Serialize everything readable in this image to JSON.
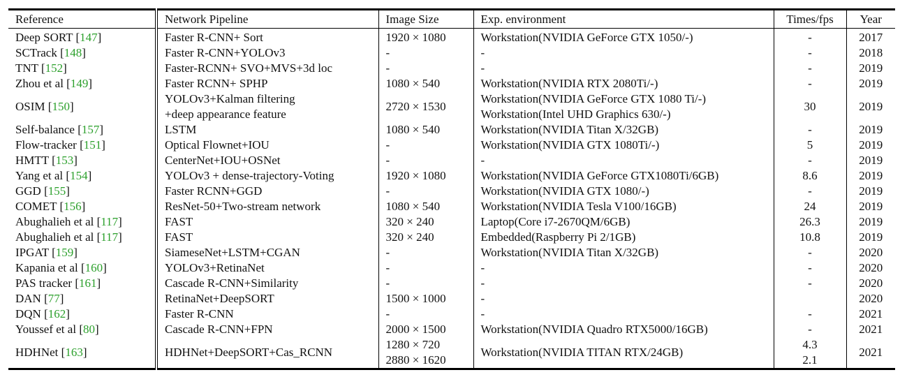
{
  "table": {
    "headers": {
      "reference": "Reference",
      "pipeline": "Network Pipeline",
      "image_size": "Image Size",
      "environment": "Exp. environment",
      "fps": "Times/fps",
      "year": "Year"
    },
    "rows": [
      {
        "name": "Deep SORT ",
        "lb": "[",
        "cite": "147",
        "rb": "]",
        "pipeline": [
          "Faster R-CNN+ Sort"
        ],
        "size": [
          "1920 × 1080"
        ],
        "env": [
          "Workstation(NVIDIA GeForce GTX 1050/-)"
        ],
        "fps": [
          "-"
        ],
        "year": "2017"
      },
      {
        "name": "SCTrack ",
        "lb": "[",
        "cite": "148",
        "rb": "]",
        "pipeline": [
          "Faster R-CNN+YOLOv3"
        ],
        "size": [
          "-"
        ],
        "env": [
          "-"
        ],
        "fps": [
          "-"
        ],
        "year": "2018"
      },
      {
        "name": "TNT ",
        "lb": "[",
        "cite": "152",
        "rb": "]",
        "pipeline": [
          "Faster-RCNN+ SVO+MVS+3d loc"
        ],
        "size": [
          "-"
        ],
        "env": [
          "-"
        ],
        "fps": [
          "-"
        ],
        "year": "2019"
      },
      {
        "name": "Zhou et al ",
        "lb": "[",
        "cite": "149",
        "rb": "]",
        "pipeline": [
          "Faster RCNN+ SPHP"
        ],
        "size": [
          "1080 × 540"
        ],
        "env": [
          "Workstation(NVIDIA RTX 2080Ti/-)"
        ],
        "fps": [
          "-"
        ],
        "year": "2019"
      },
      {
        "name": "OSIM ",
        "lb": "[",
        "cite": "150",
        "rb": "]",
        "pipeline": [
          "YOLOv3+Kalman filtering",
          "+deep appearance feature"
        ],
        "size": [
          "2720 × 1530"
        ],
        "env": [
          "Workstation(NVIDIA GeForce GTX 1080 Ti/-)",
          "Workstation(Intel UHD Graphics 630/-)"
        ],
        "fps": [
          "30"
        ],
        "year": "2019"
      },
      {
        "name": "Self-balance ",
        "lb": "[",
        "cite": "157",
        "rb": "]",
        "pipeline": [
          "LSTM"
        ],
        "size": [
          "1080 × 540"
        ],
        "env": [
          "Workstation(NVIDIA Titan X/32GB)"
        ],
        "fps": [
          "-"
        ],
        "year": "2019"
      },
      {
        "name": "Flow-tracker ",
        "lb": "[",
        "cite": "151",
        "rb": "]",
        "pipeline": [
          "Optical Flownet+IOU"
        ],
        "size": [
          "-"
        ],
        "env": [
          "Workstation(NVIDIA GTX 1080Ti/-)"
        ],
        "fps": [
          "5"
        ],
        "year": "2019"
      },
      {
        "name": "HMTT ",
        "lb": "[",
        "cite": "153",
        "rb": "]",
        "pipeline": [
          "CenterNet+IOU+OSNet"
        ],
        "size": [
          "-"
        ],
        "env": [
          "-"
        ],
        "fps": [
          "-"
        ],
        "year": "2019"
      },
      {
        "name": "Yang et al ",
        "lb": "[",
        "cite": "154",
        "rb": "]",
        "pipeline": [
          "YOLOv3 + dense-trajectory-Voting"
        ],
        "size": [
          "1920 × 1080"
        ],
        "env": [
          "Workstation(NVIDIA GeForce GTX1080Ti/6GB)"
        ],
        "fps": [
          "8.6"
        ],
        "year": "2019"
      },
      {
        "name": "GGD ",
        "lb": "[",
        "cite": "155",
        "rb": "]",
        "pipeline": [
          "Faster RCNN+GGD"
        ],
        "size": [
          "-"
        ],
        "env": [
          "Workstation(NVIDIA GTX 1080/-)"
        ],
        "fps": [
          "-"
        ],
        "year": "2019"
      },
      {
        "name": "COMET ",
        "lb": "[",
        "cite": "156",
        "rb": "]",
        "pipeline": [
          "ResNet-50+Two-stream network"
        ],
        "size": [
          "1080 × 540"
        ],
        "env": [
          "Workstation(NVIDIA Tesla V100/16GB)"
        ],
        "fps": [
          "24"
        ],
        "year": "2019"
      },
      {
        "name": "Abughalieh et al ",
        "lb": "[",
        "cite": "117",
        "rb": "]",
        "pipeline": [
          "FAST"
        ],
        "size": [
          "320 × 240"
        ],
        "env": [
          "Laptop(Core i7-2670QM/6GB)"
        ],
        "fps": [
          "26.3"
        ],
        "year": "2019"
      },
      {
        "name": "Abughalieh et al ",
        "lb": "[",
        "cite": "117",
        "rb": "]",
        "pipeline": [
          "FAST"
        ],
        "size": [
          "320 × 240"
        ],
        "env": [
          "Embedded(Raspberry Pi 2/1GB)"
        ],
        "fps": [
          "10.8"
        ],
        "year": "2019"
      },
      {
        "name": "IPGAT ",
        "lb": "[",
        "cite": "159",
        "rb": "]",
        "pipeline": [
          "SiameseNet+LSTM+CGAN"
        ],
        "size": [
          "-"
        ],
        "env": [
          "Workstation(NVIDIA Titan X/32GB)"
        ],
        "fps": [
          "-"
        ],
        "year": "2020"
      },
      {
        "name": "Kapania et al ",
        "lb": "[",
        "cite": "160",
        "rb": "]",
        "pipeline": [
          "YOLOv3+RetinaNet"
        ],
        "size": [
          "-"
        ],
        "env": [
          "-"
        ],
        "fps": [
          "-"
        ],
        "year": "2020"
      },
      {
        "name": "PAS tracker ",
        "lb": "[",
        "cite": "161",
        "rb": "]",
        "pipeline": [
          "Cascade R-CNN+Similarity"
        ],
        "size": [
          "-"
        ],
        "env": [
          "-"
        ],
        "fps": [
          "-"
        ],
        "year": "2020"
      },
      {
        "name": "DAN ",
        "lb": "[",
        "cite": "77",
        "rb": "]",
        "pipeline": [
          "RetinaNet+DeepSORT"
        ],
        "size": [
          "1500 × 1000"
        ],
        "env": [
          "-"
        ],
        "fps": [
          ""
        ],
        "year": "2020"
      },
      {
        "name": "DQN ",
        "lb": "[",
        "cite": "162",
        "rb": "]",
        "pipeline": [
          "Faster R-CNN"
        ],
        "size": [
          "-"
        ],
        "env": [
          "-"
        ],
        "fps": [
          "-"
        ],
        "year": "2021"
      },
      {
        "name": "Youssef et al ",
        "lb": "[",
        "cite": "80",
        "rb": "]",
        "pipeline": [
          "Cascade R-CNN+FPN"
        ],
        "size": [
          "2000 × 1500"
        ],
        "env": [
          "Workstation(NVIDIA Quadro RTX5000/16GB)"
        ],
        "fps": [
          "-"
        ],
        "year": "2021"
      },
      {
        "name": "HDHNet ",
        "lb": "[",
        "cite": "163",
        "rb": "]",
        "pipeline": [
          "HDHNet+DeepSORT+Cas_RCNN"
        ],
        "size": [
          "1280 × 720",
          "2880 × 1620"
        ],
        "env": [
          "Workstation(NVIDIA TITAN RTX/24GB)"
        ],
        "fps": [
          "4.3",
          "2.1"
        ],
        "year": "2021"
      }
    ]
  },
  "colors": {
    "citation": "#2ca02c",
    "text": "#111111",
    "rule": "#000000"
  }
}
